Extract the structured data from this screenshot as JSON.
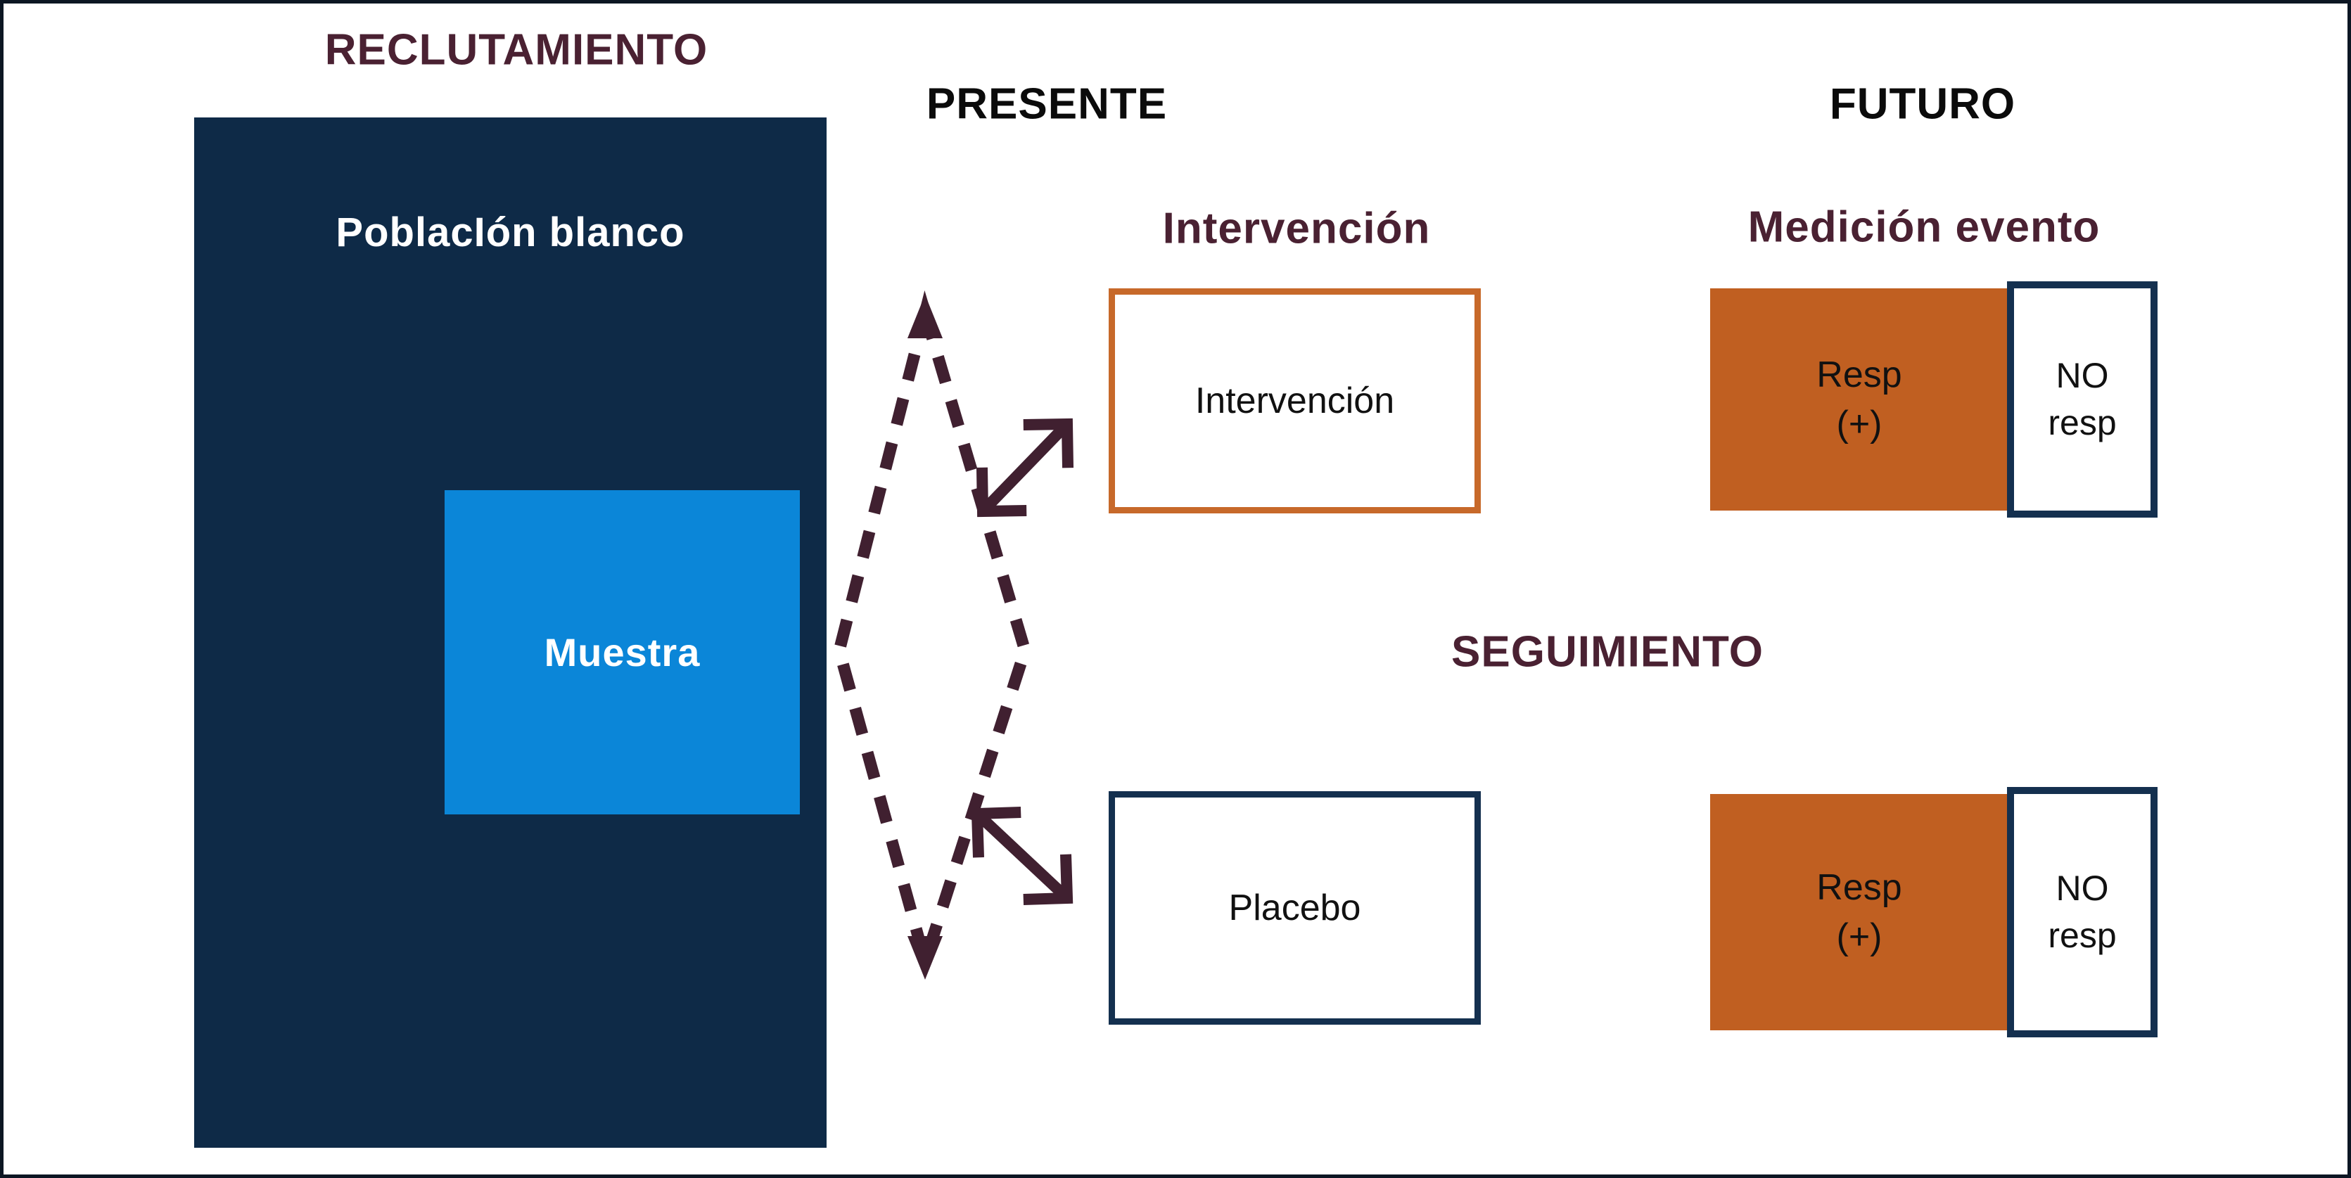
{
  "diagram": {
    "headings": {
      "reclutamiento": "RECLUTAMIENTO",
      "presente": "PRESENTE",
      "futuro": "FUTURO",
      "seguimiento": "SEGUIMIENTO",
      "intervencion": "Intervención",
      "medicion_evento": "Medición evento"
    },
    "boxes": {
      "poblacion": "PoblacIón blanco",
      "muestra": "Muestra",
      "intervencion": "Intervención",
      "placebo": "Placebo",
      "resp_line1": "Resp",
      "resp_line2": "(+)",
      "no_resp_line1": "NO",
      "no_resp_line2": "resp"
    },
    "icons": {
      "randomization_diamond": "dashed-diamond-with-up-down-arrowheads",
      "arrow_to_intervention": "double-headed-arrow-up-right",
      "arrow_to_placebo": "double-headed-arrow-down-right"
    },
    "colors": {
      "navy_fill": "#0E2A47",
      "blue_fill": "#0B86D8",
      "orange_fill": "#C05F21",
      "orange_border": "#C7692A",
      "navy_border": "#14304F",
      "maroon_heading": "#4A2132",
      "maroon_shape": "#402030",
      "text_black": "#111111",
      "white": "#FFFFFF",
      "outer_border": "#0C1623"
    }
  }
}
